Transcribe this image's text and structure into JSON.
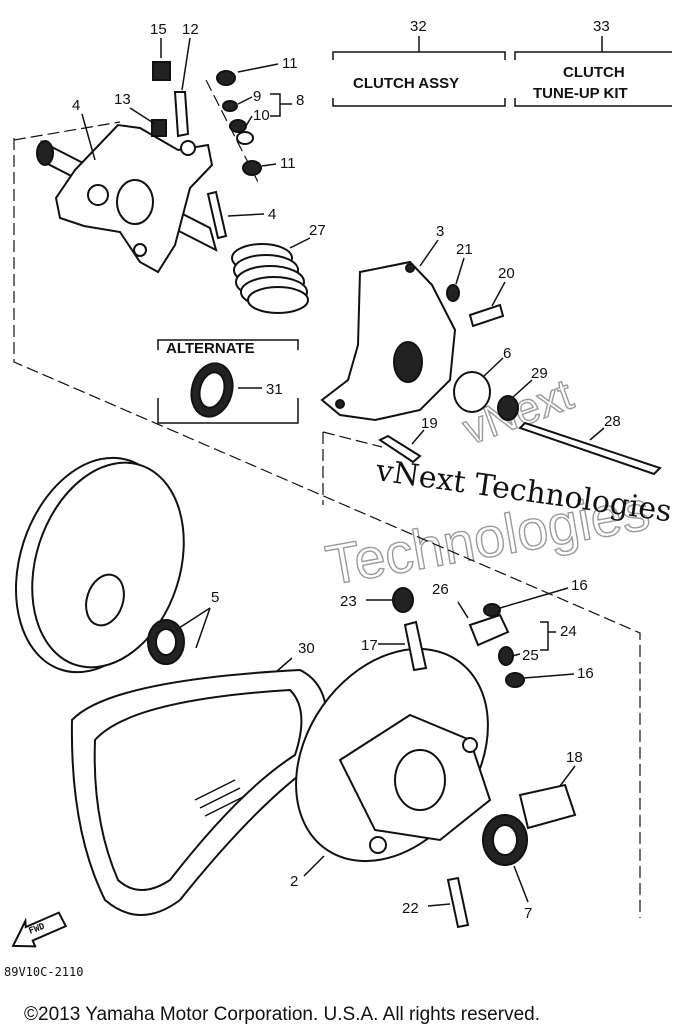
{
  "diagram": {
    "header_boxes": {
      "clutch_assy": {
        "number": "32",
        "label": "CLUTCH ASSY"
      },
      "tune_up_kit": {
        "number": "33",
        "line1": "CLUTCH",
        "line2": "TUNE-UP KIT"
      }
    },
    "alternate_box": {
      "label": "ALTERNATE",
      "part": "31"
    },
    "callouts": [
      "15",
      "12",
      "11",
      "9",
      "8",
      "10",
      "11",
      "13",
      "4",
      "4",
      "27",
      "3",
      "21",
      "20",
      "6",
      "29",
      "19",
      "28",
      "5",
      "23",
      "26",
      "16",
      "24",
      "17",
      "25",
      "16",
      "30",
      "18",
      "2",
      "22",
      "7"
    ],
    "fwd_label": "FWD",
    "diagram_code": "89V10C-2110",
    "watermark": {
      "line1": "vNext Technologies",
      "line2": "Technologies",
      "line3": "vNext"
    },
    "copyright": "©2013 Yamaha Motor Corporation. U.S.A. All rights reserved."
  }
}
